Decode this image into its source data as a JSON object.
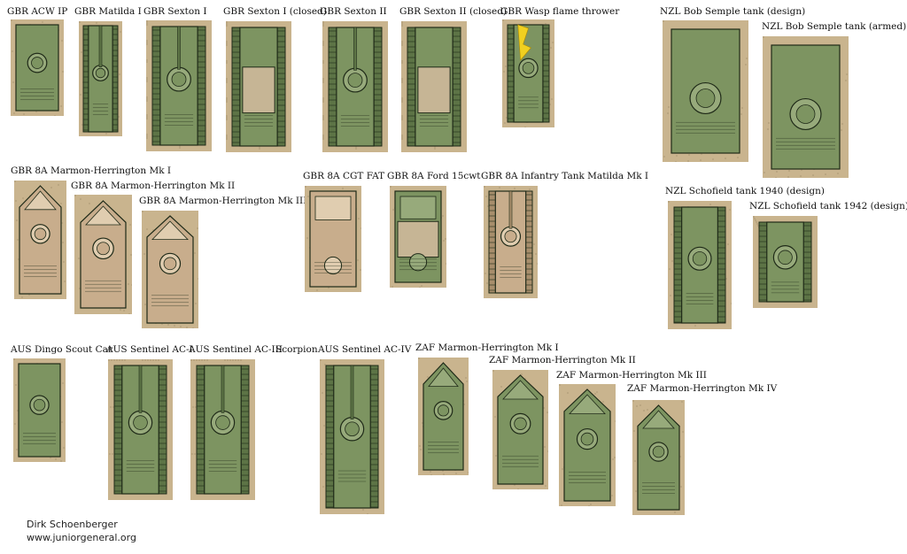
{
  "colors": {
    "sand": "#c9b48e",
    "olive": "#7d9461",
    "olive_dark": "#5d7446",
    "olive_light": "#97aa7b",
    "canvas": "#c6b595",
    "beige_vehicle": "#c8ad8c",
    "outline": "#1f2a18",
    "flame": "#f0d020"
  },
  "credit": {
    "author": "Dirk Schoenberger",
    "site": "www.juniorgeneral.org"
  },
  "items": [
    {
      "label": "GBR ACW IP",
      "style": "armoured-car"
    },
    {
      "label": "GBR Matilda I",
      "style": "small-tank"
    },
    {
      "label": "GBR Sexton I",
      "style": "sexton"
    },
    {
      "label": "GBR Sexton I (closed)",
      "style": "sexton-closed"
    },
    {
      "label": "GBR Sexton II",
      "style": "sexton"
    },
    {
      "label": "GBR Sexton II (closed)",
      "style": "sexton-closed"
    },
    {
      "label": "GBR Wasp flame thrower",
      "style": "wasp"
    },
    {
      "label": "NZL Bob Semple tank (design)",
      "style": "semple"
    },
    {
      "label": "NZL Bob Semple tank (armed)",
      "style": "semple-armed"
    },
    {
      "label": "GBR 8A Marmon-Herrington Mk I",
      "style": "marmon-beige"
    },
    {
      "label": "GBR 8A Marmon-Herrington Mk II",
      "style": "marmon-beige"
    },
    {
      "label": "GBR 8A Marmon-Herrington Mk III",
      "style": "marmon-beige"
    },
    {
      "label": "GBR 8A CGT FAT",
      "style": "truck-beige"
    },
    {
      "label": "GBR 8A Ford 15cwt",
      "style": "truck-canvas"
    },
    {
      "label": "GBR 8A Infantry Tank Matilda Mk I",
      "style": "small-tank-beige"
    },
    {
      "label": "NZL Schofield tank 1940 (design)",
      "style": "schofield"
    },
    {
      "label": "NZL Schofield tank 1942 (design)",
      "style": "schofield-small"
    },
    {
      "label": "AUS Dingo Scout Car",
      "style": "dingo"
    },
    {
      "label": "AUS Sentinel AC-I",
      "style": "sentinel"
    },
    {
      "label": "AUS Sentinel AC-III",
      "style": "sentinel"
    },
    {
      "label": "Scorpion",
      "style": ""
    },
    {
      "label": "AUS Sentinel AC-IV",
      "style": "sentinel-long"
    },
    {
      "label": "ZAF Marmon-Herrington Mk I",
      "style": "marmon-green"
    },
    {
      "label": "ZAF Marmon-Herrington Mk II",
      "style": "marmon-green"
    },
    {
      "label": "ZAF Marmon-Herrington Mk III",
      "style": "marmon-green"
    },
    {
      "label": "ZAF Marmon-Herrington Mk IV",
      "style": "marmon-green"
    }
  ]
}
